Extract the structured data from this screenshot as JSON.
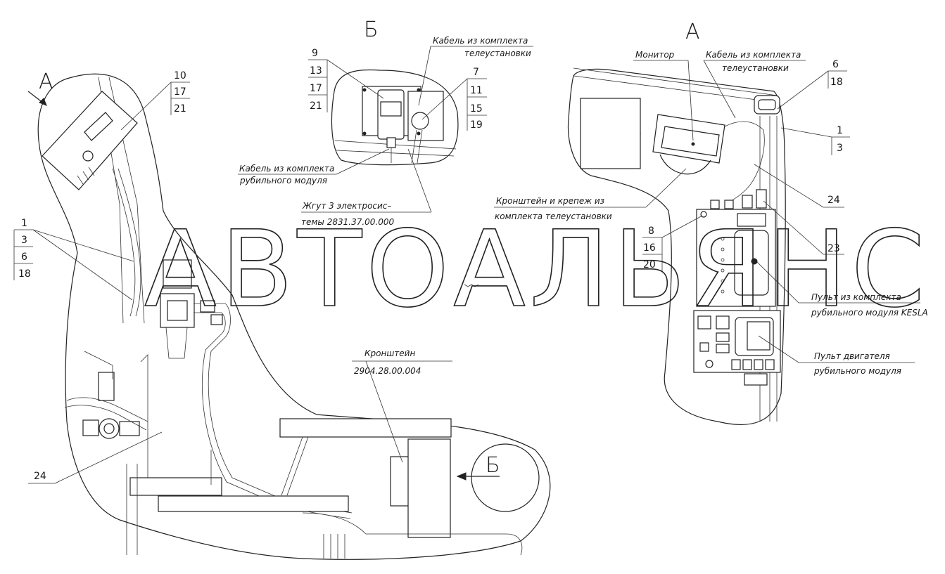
{
  "views": {
    "a_main": "А",
    "b_detail": "Б",
    "a_detail": "А",
    "b_marker": "Б"
  },
  "watermark": "АВТОАЛЬЯНС",
  "annotations": {
    "b_cable_tele_1": "Кабель из комплекта",
    "b_cable_tele_2": "телеустановки",
    "b_cable_chip_1": "Кабель из комплекта",
    "b_cable_chip_2": "рубильного модуля",
    "b_harness_1": "Жгут 3 электросис–",
    "b_harness_2": "темы 2831.37.00.000",
    "a_monitor": "Монитор",
    "a_cable_tele_1": "Кабель из комплекта",
    "a_cable_tele_2": "телеустановки",
    "a_bracket_1": "Кронштейн и крепеж из",
    "a_bracket_2": "комплекта телеустановки",
    "a_panel_1": "Пульт из комплекта",
    "a_panel_2": "рубильного модуля KESLA",
    "a_engine_1": "Пульт двигателя",
    "a_engine_2": "рубильного модуля",
    "main_bracket_1": "Кронштейн",
    "main_bracket_2": "2904.28.00.004"
  },
  "callouts": {
    "b_left": [
      "9",
      "13",
      "17",
      "21"
    ],
    "b_right": [
      "7",
      "11",
      "15",
      "19"
    ],
    "main_top": [
      "10",
      "17",
      "21"
    ],
    "main_left": [
      "1",
      "3",
      "6",
      "18"
    ],
    "main_bottom": "24",
    "a_top": [
      "6",
      "18"
    ],
    "a_mid": [
      "1",
      "3"
    ],
    "a_24": "24",
    "a_23": "23",
    "a_panel": [
      "8",
      "16",
      "20"
    ]
  }
}
